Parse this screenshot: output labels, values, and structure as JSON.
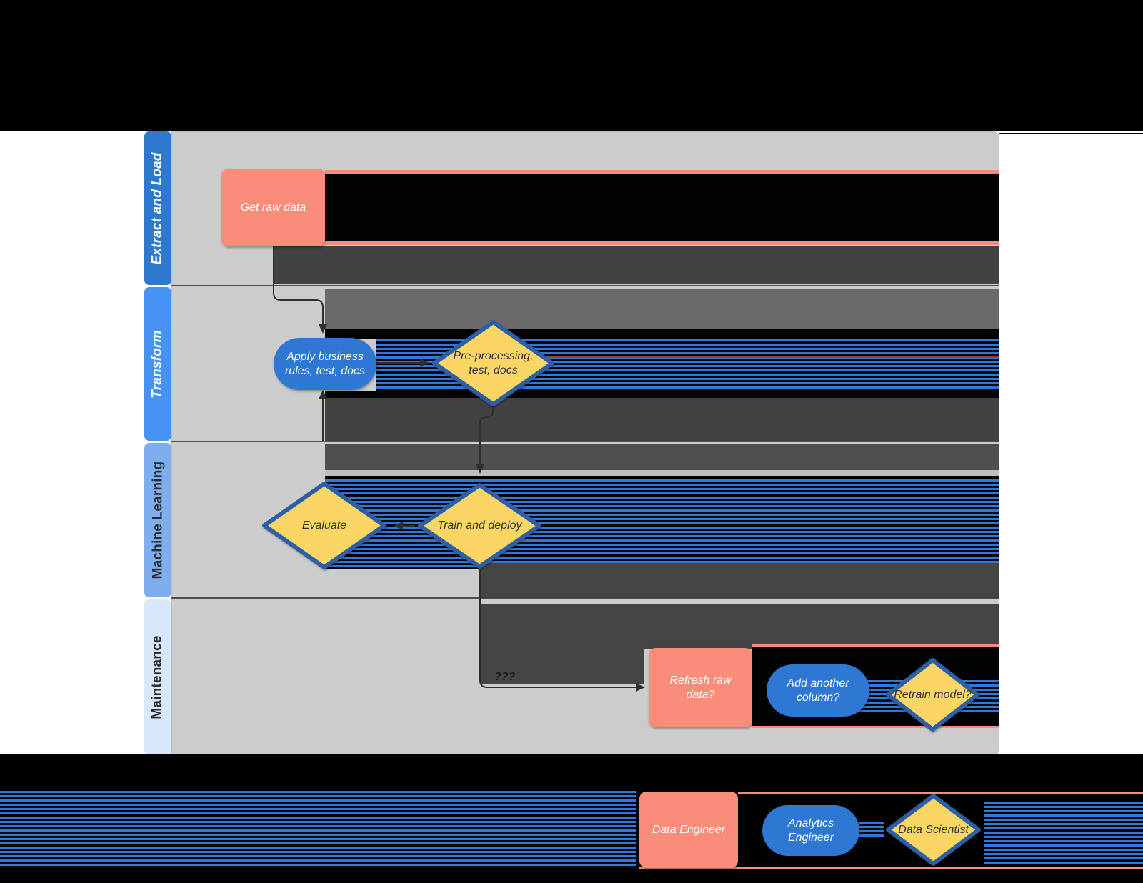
{
  "lanes": [
    {
      "label": "Extract and Load"
    },
    {
      "label": "Transform"
    },
    {
      "label": "Machine Learning"
    },
    {
      "label": "Maintenance"
    }
  ],
  "nodes": {
    "get_raw_data": "Get raw data",
    "apply_rules": "Apply business rules, test, docs",
    "preprocessing": "Pre-processing, test, docs",
    "evaluate": "Evaluate",
    "train_deploy": "Train and deploy",
    "refresh_raw": "Refresh raw data?",
    "add_column": "Add another column?",
    "retrain": "Retrain model?"
  },
  "edge_labels": {
    "maintenance_loop": "???"
  },
  "legend": {
    "data_engineer": "Data Engineer",
    "analytics_engineer": "Analytics Engineer",
    "data_scientist": "Data Scientist"
  },
  "colors": {
    "page_bg": "#FFFFFF",
    "band_black": "#000000",
    "lane_body": "#CCCCCC",
    "lane1_header": "#2E78CE",
    "lane2_header": "#4793F4",
    "lane3_header": "#7FAEF0",
    "lane4_header": "#D9E7FA",
    "node_salmon": "#F98D7A",
    "node_blue": "#2E77D3",
    "node_yellow": "#FAD664",
    "diamond_border": "#2C5FA5",
    "stripe_blue": "#2E79E0",
    "artifact_dark": "#424242",
    "artifact_mid": "#6A6A6A",
    "accent_salmon_line": "#F98D7A",
    "connector": "#2F2F2F"
  }
}
